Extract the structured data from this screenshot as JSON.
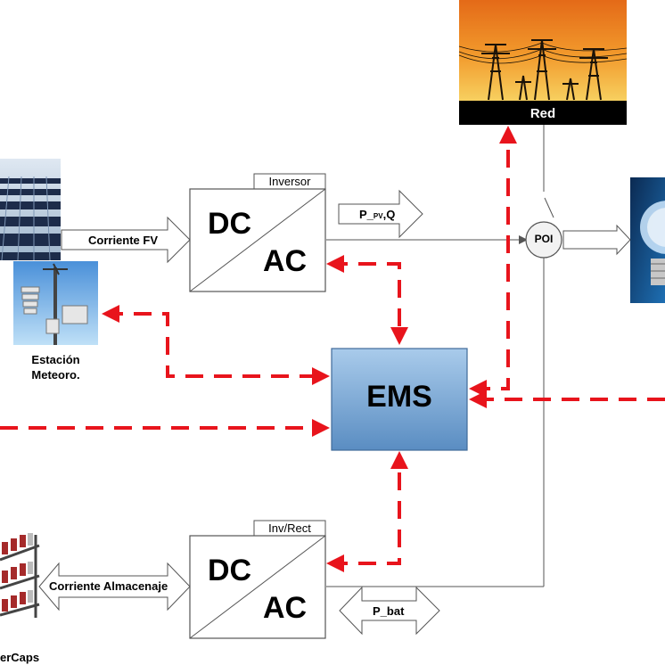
{
  "diagram": {
    "inverter_top": {
      "tab": "Inversor",
      "dc": "DC",
      "ac": "AC"
    },
    "inverter_bottom": {
      "tab": "Inv/Rect",
      "dc": "DC",
      "ac": "AC"
    },
    "ems_label": "EMS",
    "grid_label": "Red",
    "poi_label": "POI",
    "pv_current_label": "Corriente FV",
    "storage_current_label": "Corriente Almacenaje",
    "pv_power_label": {
      "main": "P_",
      "sub": "PV",
      "tail": ",Q"
    },
    "bat_power_label": "P_bat",
    "weather_station_label_line1": "Estación",
    "weather_station_label_line2": "Meteoro.",
    "storage_label_partial": "erCaps"
  },
  "colors": {
    "control_signal": "#e8141c",
    "ems_fill_top": "#9fc3e6",
    "ems_fill_bottom": "#5b8fc4",
    "grid_sky_top": "#f07a1e",
    "grid_sky_bottom": "#f6c04a",
    "line": "#555555"
  },
  "icons": {
    "solar": "solar-panels-icon",
    "weather": "weather-station-icon",
    "grid": "power-tower-icon",
    "load": "light-bulb-icon",
    "storage": "battery-rack-icon"
  }
}
